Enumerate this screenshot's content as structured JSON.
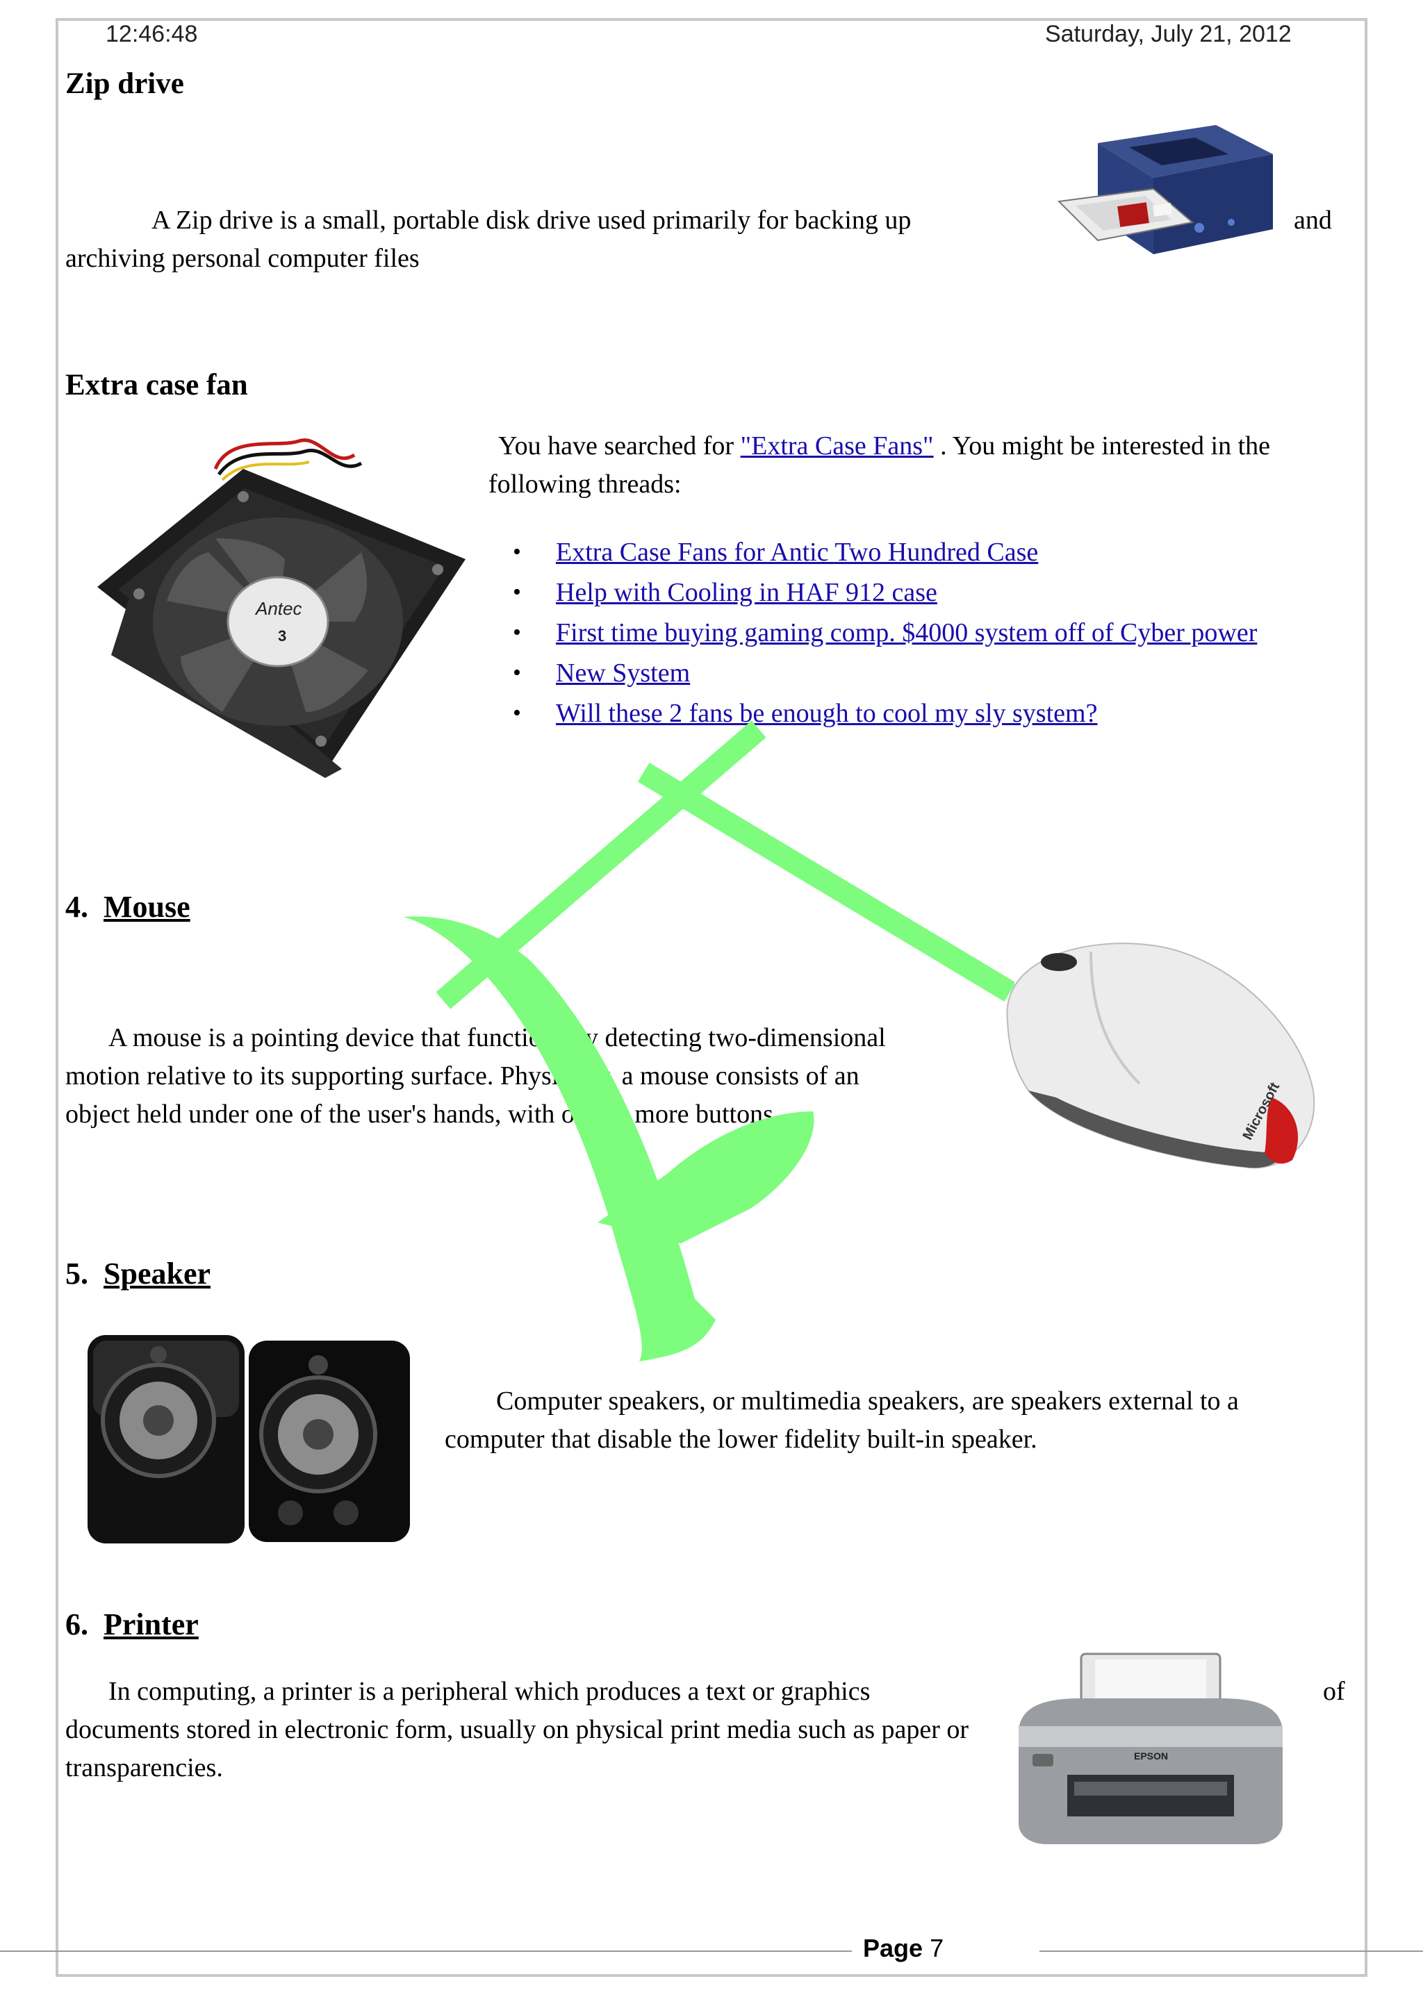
{
  "header": {
    "time": "12:46:48",
    "date": "Saturday, July 21, 2012"
  },
  "zip": {
    "title": "Zip drive",
    "text_line1": "A Zip drive is a small, portable disk drive used primarily for backing up",
    "text_tail": "and",
    "text_line2": "archiving personal computer files"
  },
  "fan": {
    "title": "Extra case fan",
    "intro_before": "You have searched for",
    "intro_link": "\"Extra Case Fans\"",
    "intro_after": ". You might be interested in the",
    "intro_line2": "following threads:",
    "threads": [
      "Extra Case Fans for Antic Two Hundred Case",
      "Help with Cooling in HAF 912 case",
      "First time buying gaming comp. $4000 system off of Cyber power",
      "New System",
      "Will these 2 fans be enough to cool my sly system?"
    ],
    "fan_logo": "Antec",
    "fan_number": "3"
  },
  "mouse": {
    "number": "4.",
    "title": "Mouse",
    "text": "A mouse is a pointing device that functions by detecting two-dimensional motion relative to its supporting surface. Physically, a mouse consists of an object held under one of the user's hands, with one or more buttons.",
    "brand": "Microsoft"
  },
  "speaker": {
    "number": "5.",
    "title": "Speaker",
    "text_line1": "Computer speakers, or multimedia speakers, are speakers external to a",
    "text_line2": "computer that disable the lower fidelity built-in speaker."
  },
  "printer": {
    "number": "6.",
    "title": "Printer",
    "text_line1": "In computing, a printer is a peripheral which produces a text or graphics",
    "text_tail": "of",
    "text_rest": "documents stored in electronic form, usually on physical print media such as paper or transparencies.",
    "brand": "EPSON"
  },
  "footer": {
    "label": "Page",
    "number": "7"
  },
  "watermark_color": "#7dfc7d"
}
